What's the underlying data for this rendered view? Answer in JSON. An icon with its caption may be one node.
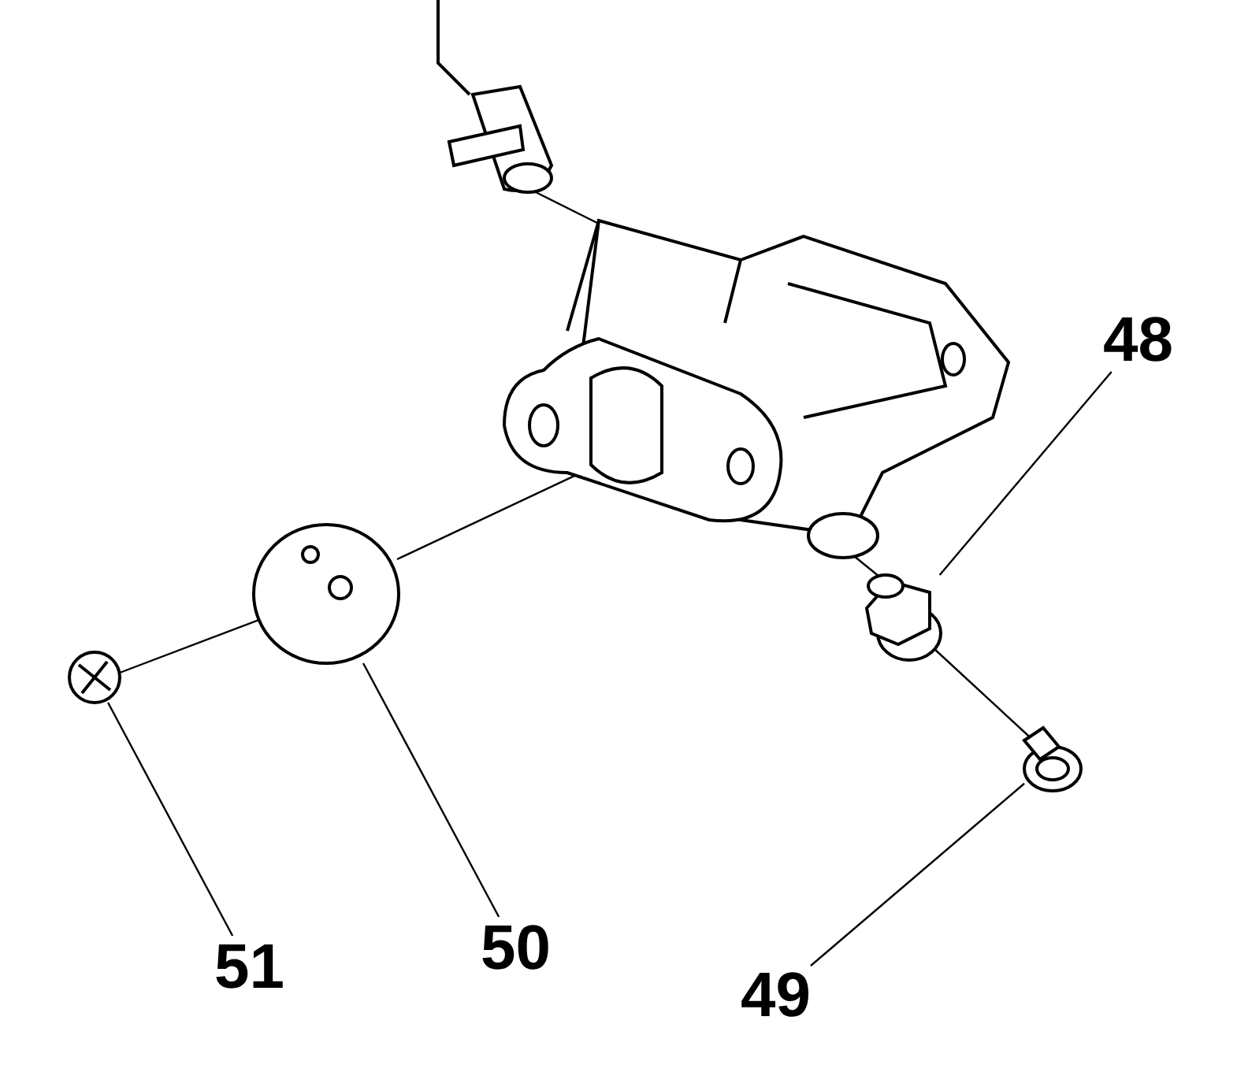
{
  "diagram": {
    "nodes": [
      {
        "text": [
          "48"
        ]
      },
      {
        "text": [],
        "shape": "picture"
      },
      {
        "text": [
          "49"
        ]
      },
      {
        "text": [],
        "shape": "picture"
      },
      {
        "text": [
          "50"
        ]
      },
      {
        "text": [],
        "shape": "picture"
      },
      {
        "text": [
          "51"
        ]
      },
      {
        "text": [],
        "shape": "picture"
      },
      {
        "text": [],
        "shape": "picture"
      },
      {
        "text": [],
        "shape": "picture"
      }
    ],
    "edges": [
      {
        "from": 0,
        "to": 1,
        "arrow": "none"
      },
      {
        "from": 2,
        "to": 3,
        "arrow": "none"
      },
      {
        "from": 4,
        "to": 5,
        "arrow": "none"
      },
      {
        "from": 6,
        "to": 7,
        "arrow": "none"
      },
      {
        "from": 8,
        "to": 9,
        "arrow": "none"
      },
      {
        "from": 9,
        "to": 5,
        "arrow": "none"
      },
      {
        "from": 5,
        "to": 7,
        "arrow": "none"
      },
      {
        "from": 9,
        "to": 1,
        "arrow": "none"
      },
      {
        "from": 1,
        "to": 3,
        "arrow": "none"
      }
    ]
  }
}
